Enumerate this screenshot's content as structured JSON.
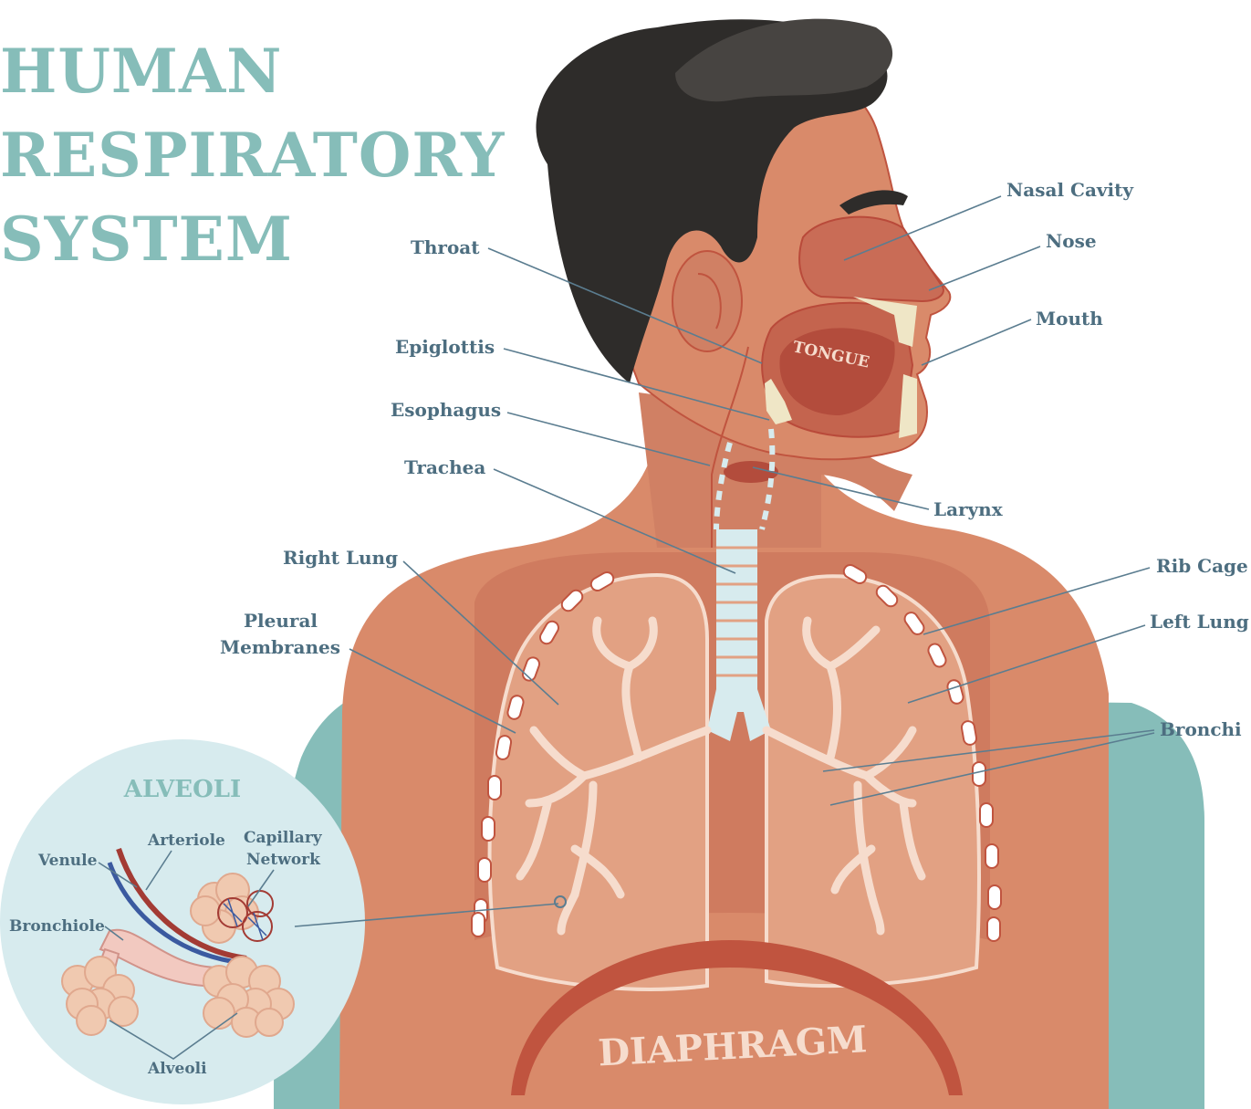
{
  "title": {
    "line1": "HUMAN",
    "line2": "RESPIRATORY",
    "line3": "SYSTEM"
  },
  "organ_words": {
    "tongue": "TONGUE",
    "diaphragm": "DIAPHRAGM"
  },
  "labels": {
    "nasal_cavity": "Nasal Cavity",
    "nose": "Nose",
    "mouth": "Mouth",
    "throat": "Throat",
    "epiglottis": "Epiglottis",
    "esophagus": "Esophagus",
    "trachea": "Trachea",
    "larynx": "Larynx",
    "right_lung": "Right Lung",
    "pleural_1": "Pleural",
    "pleural_2": "Membranes",
    "rib_cage": "Rib Cage",
    "left_lung": "Left Lung",
    "bronchi": "Bronchi"
  },
  "alveoli_inset": {
    "title": "ALVEOLI",
    "venule": "Venule",
    "arteriole": "Arteriole",
    "capillary_1": "Capillary",
    "capillary_2": "Network",
    "bronchiole": "Bronchiole",
    "alveoli": "Alveoli"
  },
  "colors": {
    "title": "#86bdb9",
    "skin": "#d98a6a",
    "hair": "#2e2c2a",
    "lung": "#e2a183",
    "label": "#4d6e80",
    "inset_bg": "#d7ebee",
    "back_teal": "#86bdb9"
  }
}
